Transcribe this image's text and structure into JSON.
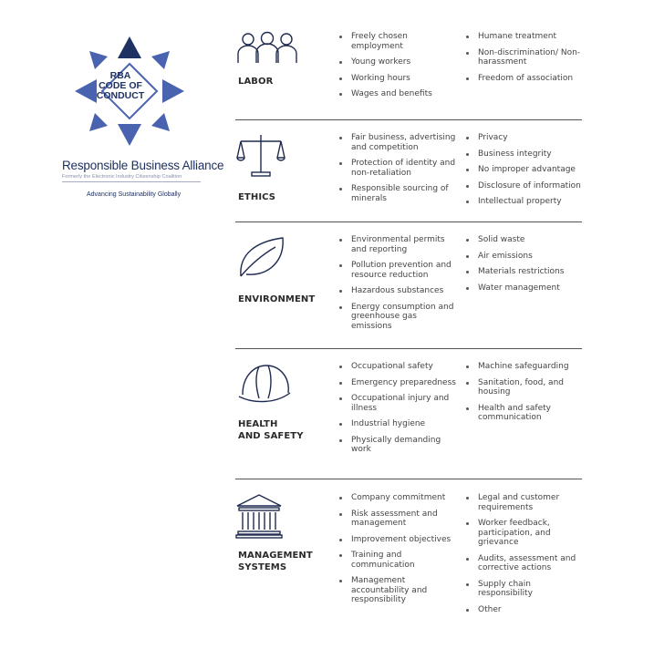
{
  "logo": {
    "badge_line1": "RBA",
    "badge_line2": "CODE OF",
    "badge_line3": "CONDUCT",
    "org_name": "Responsible Business Alliance",
    "org_former": "Formerly the Electronic Industry Citizenship Coalition",
    "tagline": "Advancing Sustainability Globally",
    "colors": {
      "navy": "#1f3163",
      "blue": "#4a63b0"
    }
  },
  "sections": [
    {
      "category": "LABOR",
      "icon": "people-icon",
      "col1": [
        "Freely chosen employment",
        "Young workers",
        "Working hours",
        "Wages and benefits"
      ],
      "col2": [
        "Humane treatment",
        "Non-discrimination/ Non-harassment",
        "Freedom of association"
      ]
    },
    {
      "category": "ETHICS",
      "icon": "scales-icon",
      "col1": [
        "Fair business, advertising and competition",
        "Protection of identity and non-retaliation",
        "Responsible sourcing of minerals"
      ],
      "col2": [
        "Privacy",
        "Business integrity",
        "No improper advantage",
        "Disclosure of information",
        "Intellectual property"
      ]
    },
    {
      "category": "ENVIRONMENT",
      "icon": "leaf-icon",
      "col1": [
        "Environmental permits and reporting",
        "Pollution prevention and resource reduction",
        "Hazardous substances",
        "Energy consumption and greenhouse gas emissions"
      ],
      "col2": [
        "Solid waste",
        "Air emissions",
        "Materials restrictions",
        "Water management"
      ]
    },
    {
      "category_line1": "HEALTH",
      "category_line2": "AND SAFETY",
      "icon": "hard-hat-icon",
      "col1": [
        "Occupational safety",
        "Emergency preparedness",
        "Occupational injury and illness",
        "Industrial hygiene",
        "Physically demanding work"
      ],
      "col2": [
        "Machine safeguarding",
        "Sanitation, food, and housing",
        "Health and safety communication"
      ]
    },
    {
      "category_line1": "MANAGEMENT",
      "category_line2": "SYSTEMS",
      "icon": "building-columns-icon",
      "col1": [
        "Company commitment",
        "Risk assessment and management",
        "Improvement objectives",
        "Training and communication",
        "Management accountability and responsibility"
      ],
      "col2": [
        "Legal and customer requirements",
        "Worker feedback, participation, and grievance",
        "Audits, assessment and corrective actions",
        "Supply chain responsibility",
        "Other"
      ]
    }
  ]
}
